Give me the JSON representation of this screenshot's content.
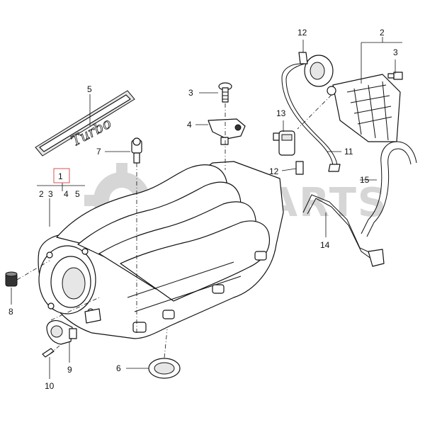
{
  "watermark": {
    "text": "RMPARTS"
  },
  "emblem": {
    "text": "Turbo"
  },
  "callouts": {
    "n1": "1",
    "n1_sub2": "2",
    "n1_sub3": "3",
    "n1_sub4": "4",
    "n1_sub5": "5",
    "n2": "2",
    "n3_top": "3",
    "n3_mid": "3",
    "n4": "4",
    "n5": "5",
    "n6": "6",
    "n7": "7",
    "n8": "8",
    "n9": "9",
    "n10": "10",
    "n11": "11",
    "n12_top": "12",
    "n12_mid": "12",
    "n13": "13",
    "n14": "14",
    "n15": "15"
  },
  "colors": {
    "line": "#111111",
    "watermark": "#c9c9c9",
    "highlight_box": "#d9534f"
  }
}
